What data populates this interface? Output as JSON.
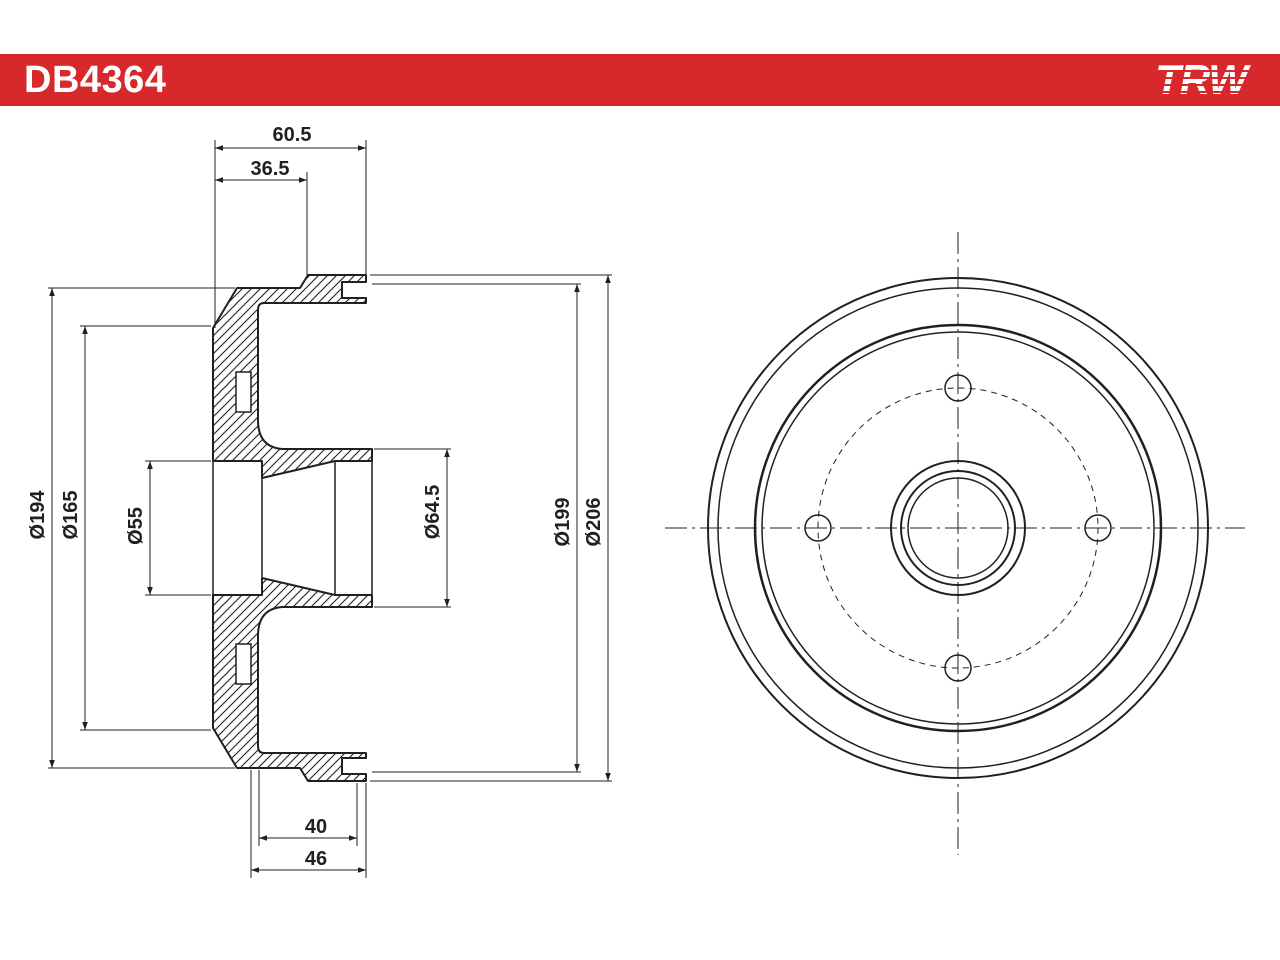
{
  "header": {
    "part_number": "DB4364",
    "brand_logo_text": "TRW"
  },
  "colors": {
    "header_bar": "#d7282c",
    "header_text": "#ffffff",
    "line": "#231f20"
  },
  "section_view": {
    "dimensions": {
      "width_60_5": "60.5",
      "width_36_5": "36.5",
      "width_40": "40",
      "width_46": "46",
      "dia_194": "Ø194",
      "dia_165": "Ø165",
      "dia_55": "Ø55",
      "dia_64_5": "Ø64.5",
      "dia_199": "Ø199",
      "dia_206": "Ø206"
    }
  }
}
